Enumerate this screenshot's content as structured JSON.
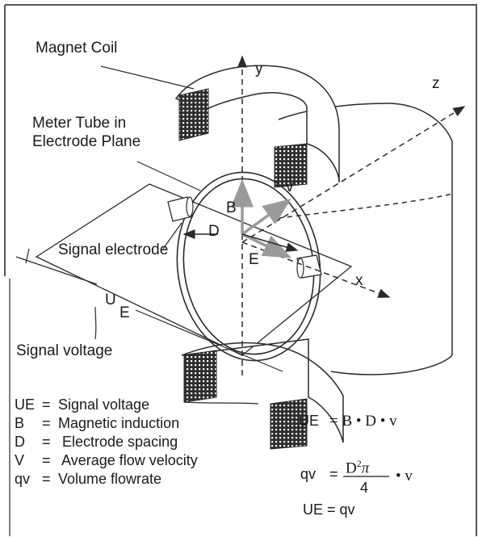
{
  "labels": {
    "magnet_coil": "Magnet Coil",
    "meter_tube_line1": "Meter Tube in",
    "meter_tube_line2": "Electrode Plane",
    "signal_electrode": "Signal electrode",
    "signal_voltage": "Signal voltage",
    "axis_x": "x",
    "axis_y": "y",
    "axis_z": "z",
    "vec_b": "B",
    "vec_v": "v",
    "vec_e": "E",
    "vec_d": "D",
    "ue_u": "U",
    "ue_e": "E"
  },
  "legend": [
    {
      "symbol": "UE",
      "text": "Signal voltage"
    },
    {
      "symbol": "B",
      "text": "Magnetic induction"
    },
    {
      "symbol": "D",
      "text": " Electrode spacing"
    },
    {
      "symbol": "V",
      "text": " Average flow velocity"
    },
    {
      "symbol": "qv",
      "text": "Volume flowrate"
    }
  ],
  "formulas": {
    "f1_lhs": "UE",
    "f1_rhs": "= B • D • v",
    "f2_lhs": "qv",
    "f2_eq": "=",
    "f2_num": "D",
    "f2_exp": "2",
    "f2_pi": "π",
    "f2_den": "4",
    "f2_tail": "• v",
    "f3": "UE = qv"
  },
  "colors": {
    "line": "#2a2a2a",
    "vector_gray": "#9a9a9a",
    "coil_dark": "#3a3a3a",
    "frame": "#555555"
  }
}
